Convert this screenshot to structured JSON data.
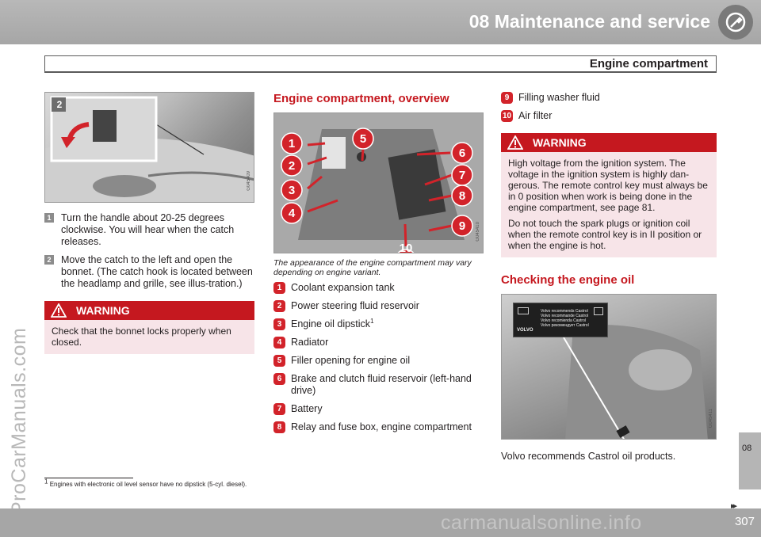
{
  "header": {
    "title": "08 Maintenance and service",
    "subtitle": "Engine compartment"
  },
  "watermark": {
    "side": "ProCarManuals.com",
    "footer": "carmanualsonline.info"
  },
  "left": {
    "photo_code": "G045409",
    "inset_number": "2",
    "steps": [
      {
        "num": "1",
        "text": "Turn the handle about 20-25 degrees clockwise. You will hear when the catch releases."
      },
      {
        "num": "2",
        "text": "Move the catch to the left and open the bonnet. (The catch hook is located between the headlamp and grille, see illus-tration.)"
      }
    ],
    "warning": {
      "label": "WARNING",
      "text": "Check that the bonnet locks properly when closed."
    }
  },
  "middle": {
    "title": "Engine compartment, overview",
    "photo_code": "G045410",
    "caption": "The appearance of the engine compartment may vary depending on engine variant.",
    "items": [
      {
        "num": "1",
        "text": "Coolant expansion tank"
      },
      {
        "num": "2",
        "text": "Power steering fluid reservoir"
      },
      {
        "num": "3",
        "text": "Engine oil dipstick",
        "sup": "1"
      },
      {
        "num": "4",
        "text": "Radiator"
      },
      {
        "num": "5",
        "text": "Filler opening for engine oil"
      },
      {
        "num": "6",
        "text": "Brake and clutch fluid reservoir (left-hand drive)"
      },
      {
        "num": "7",
        "text": "Battery"
      },
      {
        "num": "8",
        "text": "Relay and fuse box, engine compartment"
      }
    ]
  },
  "right": {
    "items": [
      {
        "num": "9",
        "text": "Filling washer fluid"
      },
      {
        "num": "10",
        "text": "Air filter"
      }
    ],
    "warning": {
      "label": "WARNING",
      "p1": "High voltage from the ignition system. The voltage in the ignition system is highly dan-gerous. The remote control key must always be in 0 position when work is being done in the engine compartment, see page 81.",
      "p2": "Do not touch the spark plugs or ignition coil when the remote control key is in II position or when the engine is hot."
    },
    "oil_title": "Checking the engine oil",
    "photo_code": "G045411",
    "label_lines": [
      "Volvo recommends Castrol",
      "Volvo recommande Castrol",
      "Volvo recomienda Castrol",
      "Volvo рекомендует Castrol"
    ],
    "label_brand": "VOLVO",
    "oil_note": "Volvo recommends Castrol oil products."
  },
  "footnote": {
    "num": "1",
    "text": "Engines with electronic oil level sensor have no dipstick (5-cyl. diesel)."
  },
  "chapter_tab": "08",
  "next_marker": "▸▸",
  "page_number": "307",
  "colors": {
    "accent_red": "#c5181f",
    "marker_red": "#d2232a",
    "warning_bg": "#f7e4e8",
    "header_gray": "#a6a6a6"
  }
}
